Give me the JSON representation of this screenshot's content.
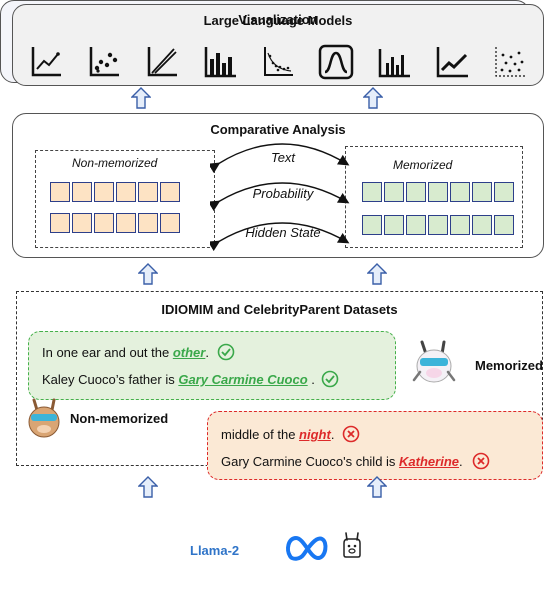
{
  "visualization": {
    "title": "Visualization",
    "icons": [
      "line-chart-icon",
      "scatter-plot-icon",
      "diverging-lines-icon",
      "bar-chart-icon",
      "scatter-trend-icon",
      "bell-curve-icon",
      "small-bar-chart-icon",
      "trend-line-icon",
      "dot-grid-icon"
    ]
  },
  "comparative": {
    "title": "Comparative Analysis",
    "non_memorized_label": "Non-memorized",
    "memorized_label": "Memorized",
    "relations": [
      "Text",
      "Probability",
      "Hidden State"
    ],
    "colors": {
      "non_memorized": "#fde3c4",
      "memorized": "#d8ebcf",
      "cell_border": "#2d3f8a"
    }
  },
  "datasets": {
    "title": "IDIOMIM and CelebrityParent Datasets",
    "memorized_label": "Memorized",
    "non_memorized_label": "Non-memorized",
    "memorized_examples": [
      {
        "prefix": "In one ear and out the ",
        "answer": "other",
        "suffix": "."
      },
      {
        "prefix": "Kaley Cuoco’s father is ",
        "answer": "Gary Carmine Cuoco",
        "suffix": " ."
      }
    ],
    "non_memorized_examples": [
      {
        "prefix": "middle of the ",
        "answer": "night",
        "suffix": "."
      },
      {
        "prefix": "Gary Carmine Cuoco's child is ",
        "answer": "Katherine",
        "suffix": "."
      }
    ],
    "colors": {
      "correct": "#3aa84a",
      "wrong": "#dd2a2a"
    }
  },
  "llm": {
    "title": "Large Language Models",
    "model_name": "Llama-2"
  }
}
